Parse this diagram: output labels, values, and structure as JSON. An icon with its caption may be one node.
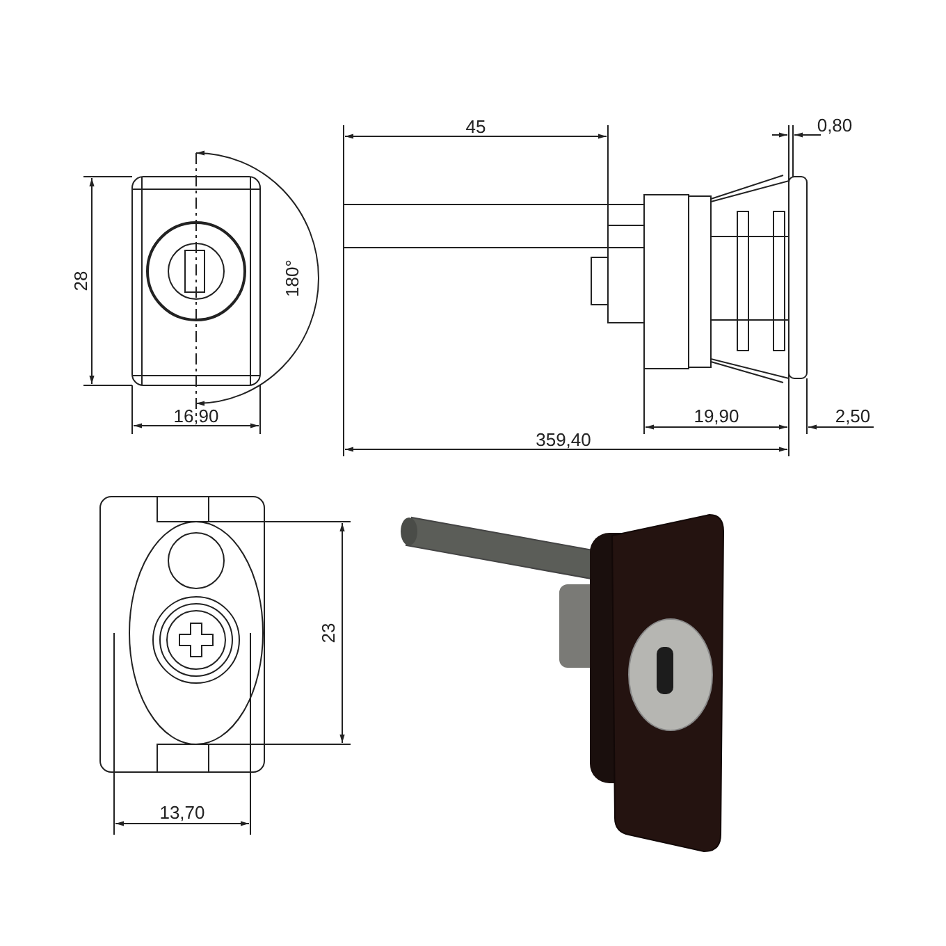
{
  "diagram": {
    "labels": [
      "45",
      "0,80",
      "28",
      "180°",
      "16,90",
      "19,90",
      "2,50",
      "359,40",
      "23",
      "13,70"
    ]
  }
}
